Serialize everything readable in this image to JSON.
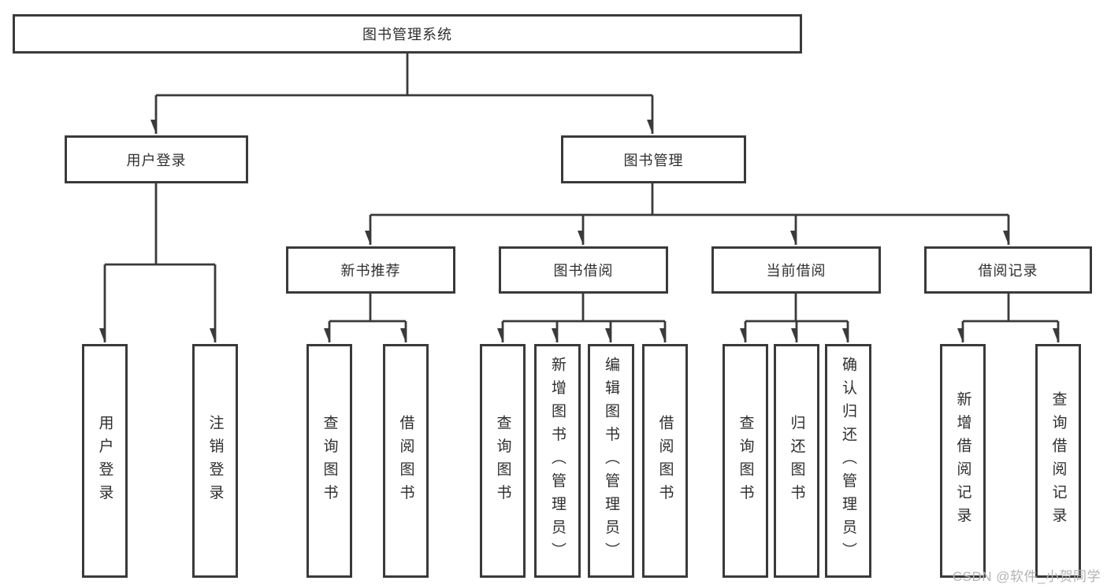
{
  "tree": {
    "root": {
      "label": "图书管理系统",
      "children": [
        {
          "label": "用户登录",
          "children": [
            {
              "label": "用户登录"
            },
            {
              "label": "注销登录"
            }
          ]
        },
        {
          "label": "图书管理",
          "children": [
            {
              "label": "新书推荐",
              "children": [
                {
                  "label": "查询图书"
                },
                {
                  "label": "借阅图书"
                }
              ]
            },
            {
              "label": "图书借阅",
              "children": [
                {
                  "label": "查询图书"
                },
                {
                  "label": "新增图书（管理员）"
                },
                {
                  "label": "编辑图书（管理员）"
                },
                {
                  "label": "借阅图书"
                }
              ]
            },
            {
              "label": "当前借阅",
              "children": [
                {
                  "label": "查询图书"
                },
                {
                  "label": "归还图书"
                },
                {
                  "label": "确认归还（管理员）"
                }
              ]
            },
            {
              "label": "借阅记录",
              "children": [
                {
                  "label": "新增借阅记录"
                },
                {
                  "label": "查询借阅记录"
                }
              ]
            }
          ]
        }
      ]
    }
  },
  "watermark": "CSDN @软件_小贺同学",
  "colors": {
    "line": "#3a3a3a",
    "box_border": "#3a3a3a",
    "text": "#2e2e2e",
    "watermark": "#b3b3b3",
    "background": "#ffffff"
  }
}
